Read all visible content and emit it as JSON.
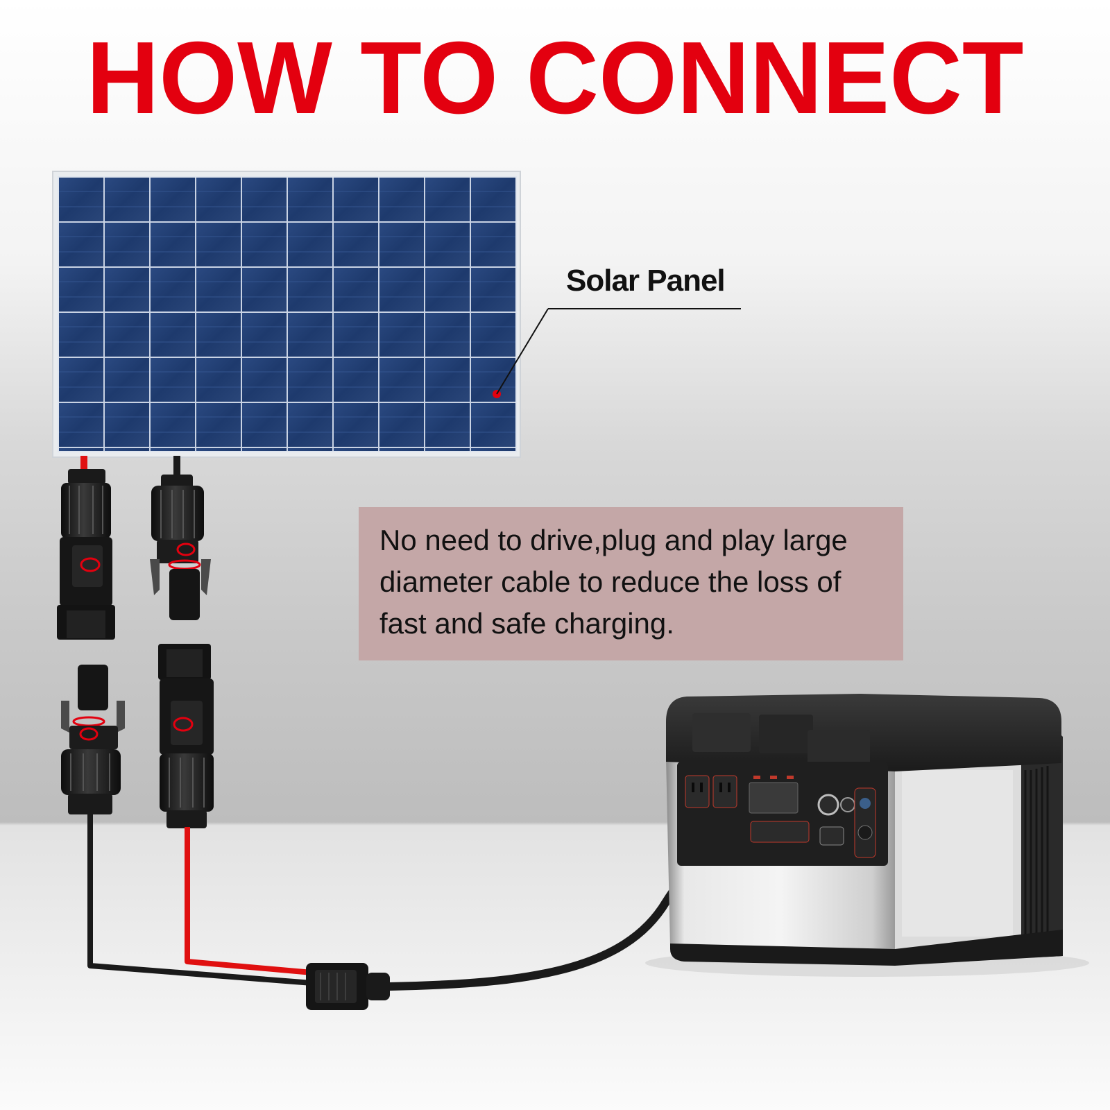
{
  "title": "HOW TO CONNECT",
  "callout": {
    "label": "Solar Panel"
  },
  "description": "No need to drive,plug and play large diameter cable to reduce the loss of fast and safe charging.",
  "colors": {
    "title": "#e3000f",
    "cable_positive": "#e01010",
    "cable_negative": "#1a1a1a",
    "panel_cell": "#1f3b6e",
    "description_box": "#c4a7a7"
  }
}
